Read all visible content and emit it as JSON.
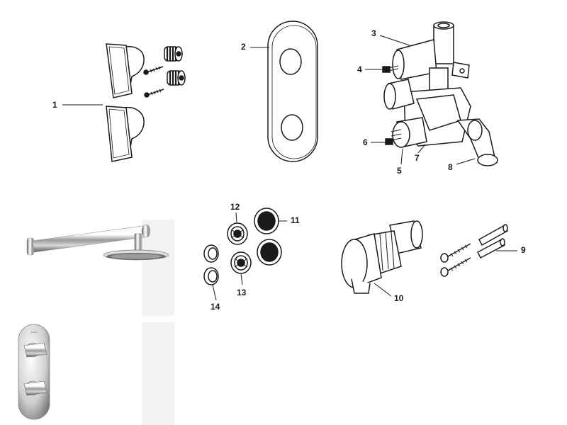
{
  "diagram": {
    "labels": [
      "1",
      "2",
      "3",
      "4",
      "5",
      "6",
      "7",
      "8",
      "9",
      "10",
      "11",
      "12",
      "13",
      "14"
    ]
  },
  "photos": {
    "shower_head_photo": "overhead shower head with wall arm",
    "valve_plate_photo": "concealed valve with chrome handles on oval plate"
  },
  "colors": {
    "line": "#1a1a1a",
    "chrome_light": "#e8e8e8",
    "chrome_mid": "#9a9a9a",
    "chrome_dark": "#3a3a3a"
  }
}
